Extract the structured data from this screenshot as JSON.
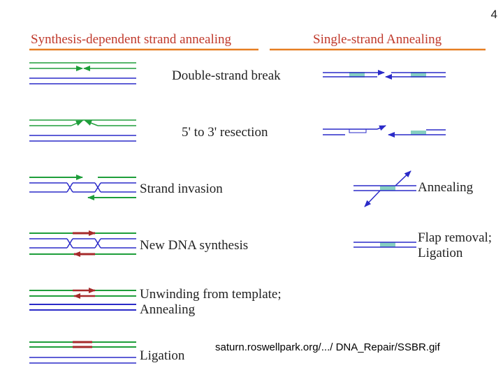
{
  "page_number": "4",
  "headings": {
    "left": "Synthesis-dependent strand annealing",
    "right": "Single-strand Annealing"
  },
  "steps": {
    "double_strand_break": "Double-strand break",
    "resection": "5' to 3' resection",
    "strand_invasion": "Strand invasion",
    "new_dna_synthesis": "New DNA synthesis",
    "unwinding_line1": "Unwinding from template;",
    "unwinding_line2": "Annealing",
    "ligation": "Ligation",
    "annealing": "Annealing",
    "flap_removal_line1": "Flap removal;",
    "flap_removal_line2": "Ligation"
  },
  "source": "saturn.roswellpark.org/.../ DNA_Repair/SSBR.gif",
  "colors": {
    "heading": "#c0392b",
    "rule": "#e67e22",
    "strand_green": "#1e9e3a",
    "strand_blue": "#2a2ac8",
    "new_synthesis": "#a52a2a",
    "repeat_box": "#86cfc0"
  }
}
